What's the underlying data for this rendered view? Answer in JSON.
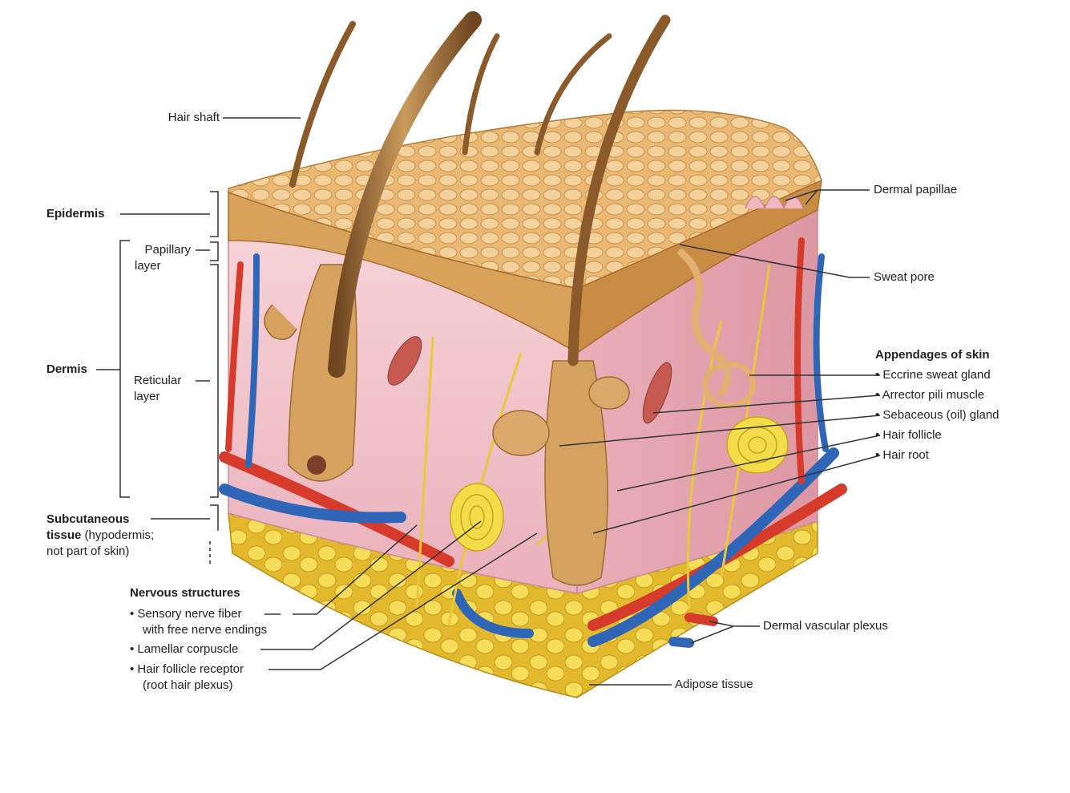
{
  "labels": {
    "hair_shaft": "Hair shaft",
    "epidermis": "Epidermis",
    "papillary_layer": [
      "Papillary",
      "layer"
    ],
    "dermis": "Dermis",
    "reticular_layer": [
      "Reticular",
      "layer"
    ],
    "subcutaneous_bold": [
      "Subcutaneous",
      "tissue"
    ],
    "subcutaneous_rest": [
      " (hypodermis;",
      "not part of skin)"
    ],
    "dermal_papillae": "Dermal papillae",
    "sweat_pore": "Sweat pore",
    "appendages_heading": "Appendages of skin",
    "appendages": [
      "• Eccrine sweat gland",
      "• Arrector pili muscle",
      "• Sebaceous (oil) gland",
      "• Hair follicle",
      "• Hair root"
    ],
    "nervous_heading": "Nervous structures",
    "nervous": [
      [
        "• Sensory nerve fiber",
        "with free nerve endings"
      ],
      [
        "• Lamellar corpuscle"
      ],
      [
        "• Hair follicle receptor",
        "(root hair plexus)"
      ]
    ],
    "dermal_vascular_plexus": "Dermal vascular plexus",
    "adipose_tissue": "Adipose tissue"
  },
  "colors": {
    "epidermis": "#d9a25a",
    "epidermis_light": "#efc88a",
    "dermis": "#f3c9cf",
    "dermis_dark": "#e7aab4",
    "adipose": "#f1d346",
    "artery": "#d63a2a",
    "vein": "#2f66b8",
    "nerve": "#e8c93a",
    "hair": "#8a5a2b",
    "leader": "#333333"
  }
}
